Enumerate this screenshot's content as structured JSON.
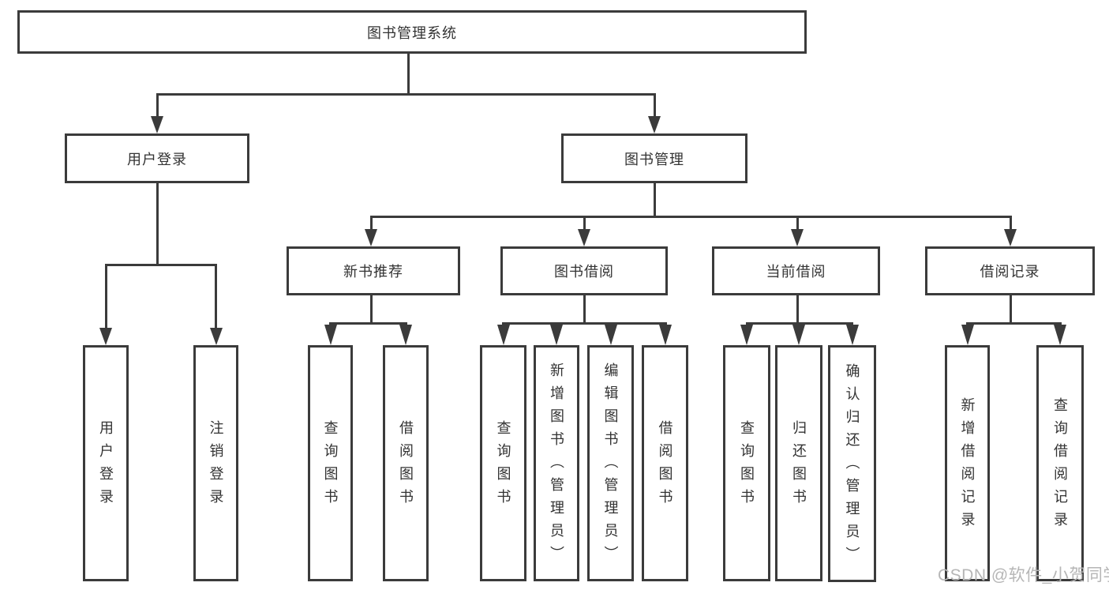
{
  "diagram": {
    "root": {
      "label": "图书管理系统"
    },
    "level1": [
      {
        "label": "用户登录",
        "children": [
          {
            "label": "用户登录"
          },
          {
            "label": "注销登录"
          }
        ]
      },
      {
        "label": "图书管理",
        "children": [
          {
            "label": "新书推荐",
            "children": [
              {
                "label": "查询图书"
              },
              {
                "label": "借阅图书"
              }
            ]
          },
          {
            "label": "图书借阅",
            "children": [
              {
                "label": "查询图书"
              },
              {
                "label": "新增图书（管理员）"
              },
              {
                "label": "编辑图书（管理员）"
              },
              {
                "label": "借阅图书"
              }
            ]
          },
          {
            "label": "当前借阅",
            "children": [
              {
                "label": "查询图书"
              },
              {
                "label": "归还图书"
              },
              {
                "label": "确认归还（管理员）"
              }
            ]
          },
          {
            "label": "借阅记录",
            "children": [
              {
                "label": "新增借阅记录"
              },
              {
                "label": "查询借阅记录"
              }
            ]
          }
        ]
      }
    ]
  },
  "watermark": {
    "text": "CSDN @软件_小贺同学"
  },
  "colors": {
    "line": "#3b3b3b",
    "text": "#333333",
    "watermark": "#b6b6b6",
    "background": "#ffffff"
  }
}
